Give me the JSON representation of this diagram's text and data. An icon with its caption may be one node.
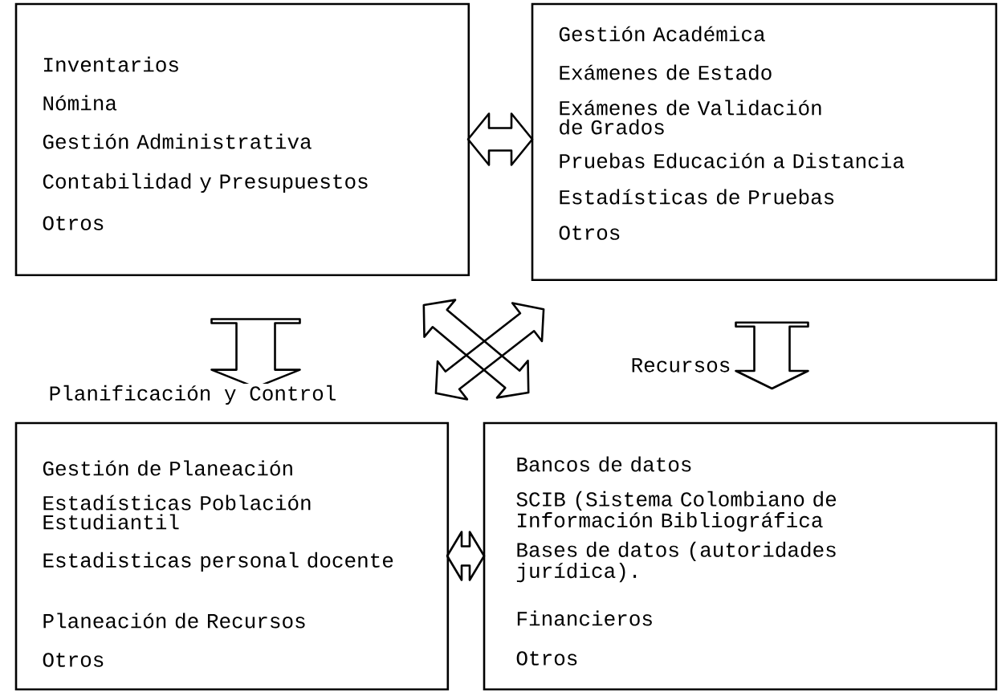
{
  "diagram": {
    "nodes": [
      {
        "text": [
          "Inventarios",
          "Nómina",
          "Gestión Administrativa",
          "Contabilidad y Presupuestos",
          "Otros"
        ]
      },
      {
        "text": [
          "Gestión Académica",
          "Exámenes de Estado",
          "Exámenes de Validación de Grados",
          "Pruebas Educación a Distancia",
          "Estadísticas de Pruebas",
          "Otros"
        ]
      },
      {
        "text": [
          "Gestión de Planeación",
          "Estadísticas Población Estudiantil",
          "Estadisticas personal docente",
          "Planeación de Recursos",
          "Otros"
        ]
      },
      {
        "text": [
          "Bancos de datos",
          "SCIB (Sistema Colombiano de Información Bibliográfica",
          "Bases de datos (autoridades jurídica).",
          "Financieros",
          "Otros"
        ]
      }
    ],
    "edges": [
      {
        "from": 0,
        "to": 1,
        "arrow": "both"
      },
      {
        "from": 0,
        "to": 2,
        "arrow": "to",
        "label": "Planificación y Control"
      },
      {
        "from": 0,
        "to": 3,
        "arrow": "both"
      },
      {
        "from": 1,
        "to": 2,
        "arrow": "both"
      },
      {
        "from": 1,
        "to": 3,
        "arrow": "to",
        "label": "Recursos"
      },
      {
        "from": 2,
        "to": 3,
        "arrow": "both"
      }
    ]
  }
}
